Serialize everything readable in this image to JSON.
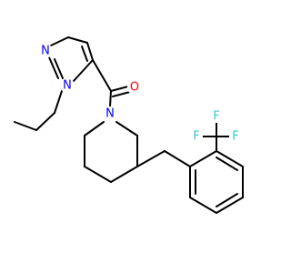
{
  "molecule": {
    "atoms": [
      {
        "id": "n_pyr1",
        "label": "N",
        "color": "#0000FF"
      },
      {
        "id": "n_pyr2",
        "label": "N",
        "color": "#0000FF"
      },
      {
        "id": "o_carbonyl",
        "label": "O",
        "color": "#FF0000"
      },
      {
        "id": "n_pip",
        "label": "N",
        "color": "#0000FF"
      },
      {
        "id": "f1",
        "label": "F",
        "color": "#33CCCC"
      },
      {
        "id": "f2",
        "label": "F",
        "color": "#33CCCC"
      },
      {
        "id": "f3",
        "label": "F",
        "color": "#33CCCC"
      }
    ],
    "bond_color": "#000000"
  }
}
